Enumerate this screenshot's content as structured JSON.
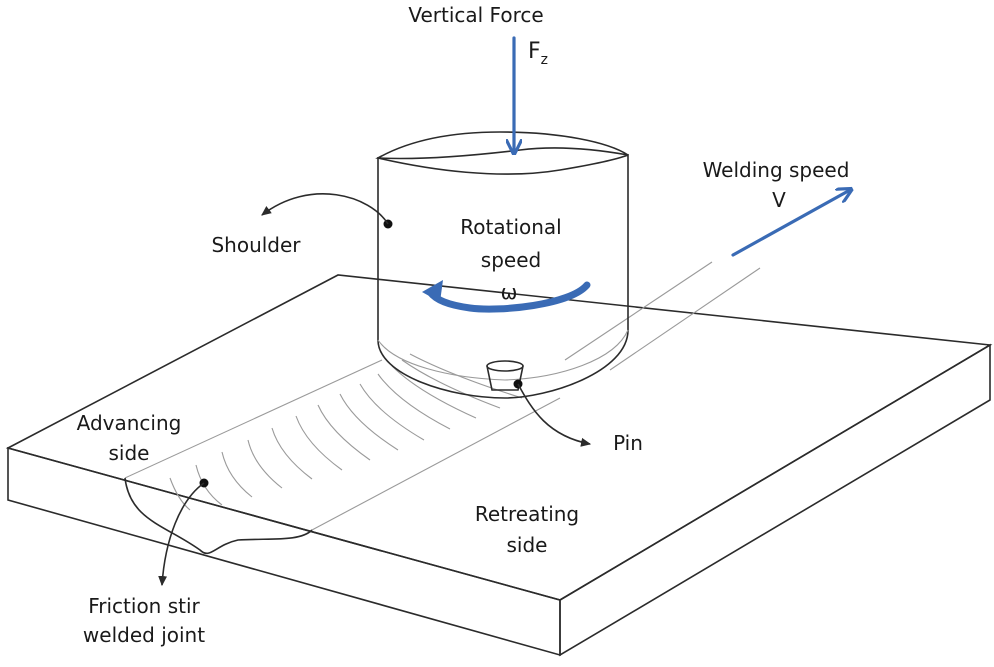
{
  "colors": {
    "arrow": "#3a6bb5",
    "line": "#2b2b2b",
    "ripple": "#9a9a9a"
  },
  "labels": {
    "vertical_force": "Vertical Force",
    "force_symbol": "F",
    "force_subscript": "z",
    "welding_speed": "Welding speed",
    "velocity_symbol": "V",
    "shoulder": "Shoulder",
    "rotational_line1": "Rotational",
    "rotational_line2": "speed",
    "omega": "ω",
    "pin": "Pin",
    "advancing_line1": "Advancing",
    "advancing_line2": "side",
    "retreating_line1": "Retreating",
    "retreating_line2": "side",
    "joint_line1": "Friction stir",
    "joint_line2": "welded joint"
  }
}
